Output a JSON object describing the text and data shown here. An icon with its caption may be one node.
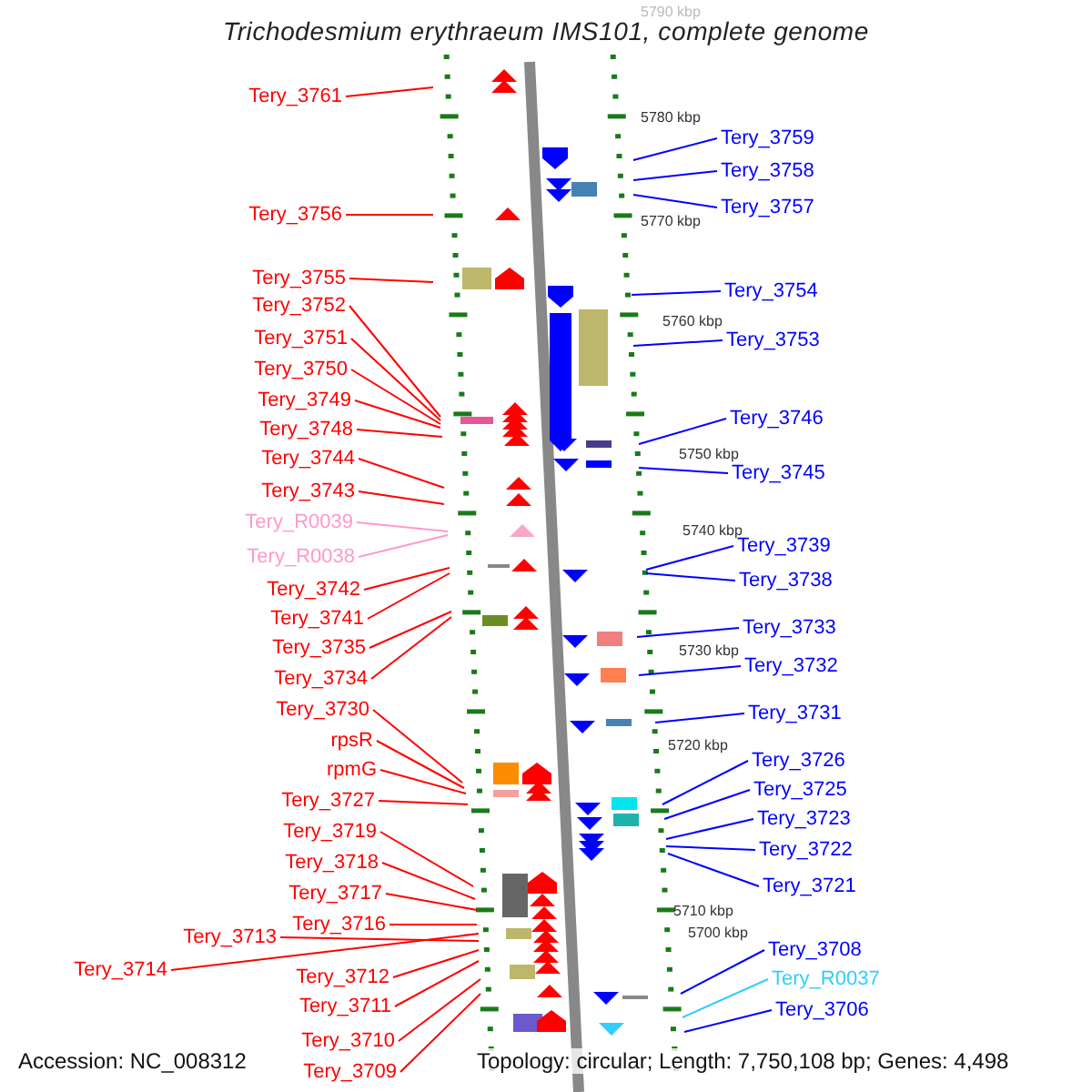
{
  "diagram": {
    "title": "Trichodesmium erythraeum IMS101, complete genome",
    "nodes": [
      {
        "text": [
          "Tery_3761"
        ]
      },
      {
        "text": [
          "Tery_3756"
        ]
      },
      {
        "text": [
          "Tery_3755"
        ]
      },
      {
        "text": [
          "Tery_3752"
        ]
      },
      {
        "text": [
          "Tery_3751"
        ]
      },
      {
        "text": [
          "Tery_3750"
        ]
      },
      {
        "text": [
          "Tery_3749"
        ]
      },
      {
        "text": [
          "Tery_3748"
        ]
      },
      {
        "text": [
          "Tery_3744"
        ]
      },
      {
        "text": [
          "Tery_3743"
        ]
      },
      {
        "text": [
          "Tery_R0039"
        ]
      },
      {
        "text": [
          "Tery_R0038"
        ]
      },
      {
        "text": [
          "Tery_3742"
        ]
      },
      {
        "text": [
          "Tery_3741"
        ]
      },
      {
        "text": [
          "Tery_3735"
        ]
      },
      {
        "text": [
          "Tery_3734"
        ]
      },
      {
        "text": [
          "Tery_3730"
        ]
      },
      {
        "text": [
          "rpsR"
        ]
      },
      {
        "text": [
          "rpmG"
        ]
      },
      {
        "text": [
          "Tery_3727"
        ]
      },
      {
        "text": [
          "Tery_3719"
        ]
      },
      {
        "text": [
          "Tery_3718"
        ]
      },
      {
        "text": [
          "Tery_3717"
        ]
      },
      {
        "text": [
          "Tery_3716"
        ]
      },
      {
        "text": [
          "Tery_3714"
        ]
      },
      {
        "text": [
          "Tery_3713"
        ]
      },
      {
        "text": [
          "Tery_3712"
        ]
      },
      {
        "text": [
          "Tery_3711"
        ]
      },
      {
        "text": [
          "Tery_3710"
        ]
      },
      {
        "text": [
          "Tery_3709"
        ]
      },
      {
        "text": [
          "Tery_3759"
        ]
      },
      {
        "text": [
          "Tery_3758"
        ]
      },
      {
        "text": [
          "Tery_3757"
        ]
      },
      {
        "text": [
          "Tery_3754"
        ]
      },
      {
        "text": [
          "Tery_3753"
        ]
      },
      {
        "text": [
          "Tery_3746"
        ]
      },
      {
        "text": [
          "Tery_3745"
        ]
      },
      {
        "text": [
          "Tery_3739"
        ]
      },
      {
        "text": [
          "Tery_3738"
        ]
      },
      {
        "text": [
          "Tery_3733"
        ]
      },
      {
        "text": [
          "Tery_3732"
        ]
      },
      {
        "text": [
          "Tery_3731"
        ]
      },
      {
        "text": [
          "Tery_3726"
        ]
      },
      {
        "text": [
          "Tery_3725"
        ]
      },
      {
        "text": [
          "Tery_3723"
        ]
      },
      {
        "text": [
          "Tery_3722"
        ]
      },
      {
        "text": [
          "Tery_3721"
        ]
      },
      {
        "text": [
          "Tery_3708"
        ]
      },
      {
        "text": [
          "Tery_R0037"
        ]
      },
      {
        "text": [
          "Tery_3706"
        ]
      }
    ],
    "edges": [
      {
        "from": 0,
        "to": null,
        "arrow": "none"
      },
      {
        "from": 1,
        "to": null,
        "arrow": "none"
      },
      {
        "from": 2,
        "to": null,
        "arrow": "none"
      },
      {
        "from": 3,
        "to": null,
        "arrow": "none"
      },
      {
        "from": 4,
        "to": null,
        "arrow": "none"
      },
      {
        "from": 5,
        "to": null,
        "arrow": "none"
      },
      {
        "from": 6,
        "to": null,
        "arrow": "none"
      },
      {
        "from": 7,
        "to": null,
        "arrow": "none"
      },
      {
        "from": 8,
        "to": null,
        "arrow": "none"
      },
      {
        "from": 9,
        "to": null,
        "arrow": "none"
      },
      {
        "from": 10,
        "to": null,
        "arrow": "none",
        "color": "#ff99cc"
      },
      {
        "from": 11,
        "to": null,
        "arrow": "none",
        "color": "#ff99cc"
      },
      {
        "from": 12,
        "to": null,
        "arrow": "none"
      },
      {
        "from": 13,
        "to": null,
        "arrow": "none"
      },
      {
        "from": 14,
        "to": null,
        "arrow": "none"
      },
      {
        "from": 15,
        "to": null,
        "arrow": "none"
      },
      {
        "from": 16,
        "to": null,
        "arrow": "none"
      },
      {
        "from": 17,
        "to": null,
        "arrow": "none"
      },
      {
        "from": 18,
        "to": null,
        "arrow": "none"
      },
      {
        "from": 19,
        "to": null,
        "arrow": "none"
      },
      {
        "from": 20,
        "to": null,
        "arrow": "none"
      },
      {
        "from": 21,
        "to": null,
        "arrow": "none"
      },
      {
        "from": 22,
        "to": null,
        "arrow": "none"
      },
      {
        "from": 23,
        "to": null,
        "arrow": "none"
      },
      {
        "from": 24,
        "to": null,
        "arrow": "none"
      },
      {
        "from": 25,
        "to": null,
        "arrow": "none"
      },
      {
        "from": 26,
        "to": null,
        "arrow": "none"
      },
      {
        "from": 27,
        "to": null,
        "arrow": "none"
      },
      {
        "from": 28,
        "to": null,
        "arrow": "none"
      },
      {
        "from": 29,
        "to": null,
        "arrow": "none"
      },
      {
        "from": 30,
        "to": null,
        "arrow": "none",
        "color": "#0000ff"
      },
      {
        "from": 31,
        "to": null,
        "arrow": "none",
        "color": "#0000ff"
      },
      {
        "from": 32,
        "to": null,
        "arrow": "none",
        "color": "#0000ff"
      },
      {
        "from": 33,
        "to": null,
        "arrow": "none",
        "color": "#0000ff"
      },
      {
        "from": 34,
        "to": null,
        "arrow": "none",
        "color": "#0000ff"
      },
      {
        "from": 35,
        "to": null,
        "arrow": "none",
        "color": "#0000ff"
      },
      {
        "from": 36,
        "to": null,
        "arrow": "none",
        "color": "#0000ff"
      },
      {
        "from": 37,
        "to": null,
        "arrow": "none",
        "color": "#0000ff"
      },
      {
        "from": 38,
        "to": null,
        "arrow": "none",
        "color": "#0000ff"
      },
      {
        "from": 39,
        "to": null,
        "arrow": "none",
        "color": "#0000ff"
      },
      {
        "from": 40,
        "to": null,
        "arrow": "none",
        "color": "#0000ff"
      },
      {
        "from": 41,
        "to": null,
        "arrow": "none",
        "color": "#0000ff"
      },
      {
        "from": 42,
        "to": null,
        "arrow": "none",
        "color": "#0000ff"
      },
      {
        "from": 43,
        "to": null,
        "arrow": "none",
        "color": "#0000ff"
      },
      {
        "from": 44,
        "to": null,
        "arrow": "none",
        "color": "#0000ff"
      },
      {
        "from": 45,
        "to": null,
        "arrow": "none",
        "color": "#0000ff"
      },
      {
        "from": 46,
        "to": null,
        "arrow": "none",
        "color": "#0000ff"
      },
      {
        "from": 47,
        "to": null,
        "arrow": "none",
        "color": "#0000ff"
      },
      {
        "from": 48,
        "to": null,
        "arrow": "none",
        "color": "#33ccff"
      },
      {
        "from": 49,
        "to": null,
        "arrow": "none",
        "color": "#0000ff"
      }
    ],
    "labels": [
      "5790 kbp",
      "5780 kbp",
      "5770 kbp",
      "5760 kbp",
      "5750 kbp",
      "5740 kbp",
      "5730 kbp",
      "5720 kbp",
      "5710 kbp",
      "5700 kbp",
      "Accession: NC_008312",
      "Topology: circular; Length: 7,750,108 bp; Genes: 4,498"
    ]
  }
}
